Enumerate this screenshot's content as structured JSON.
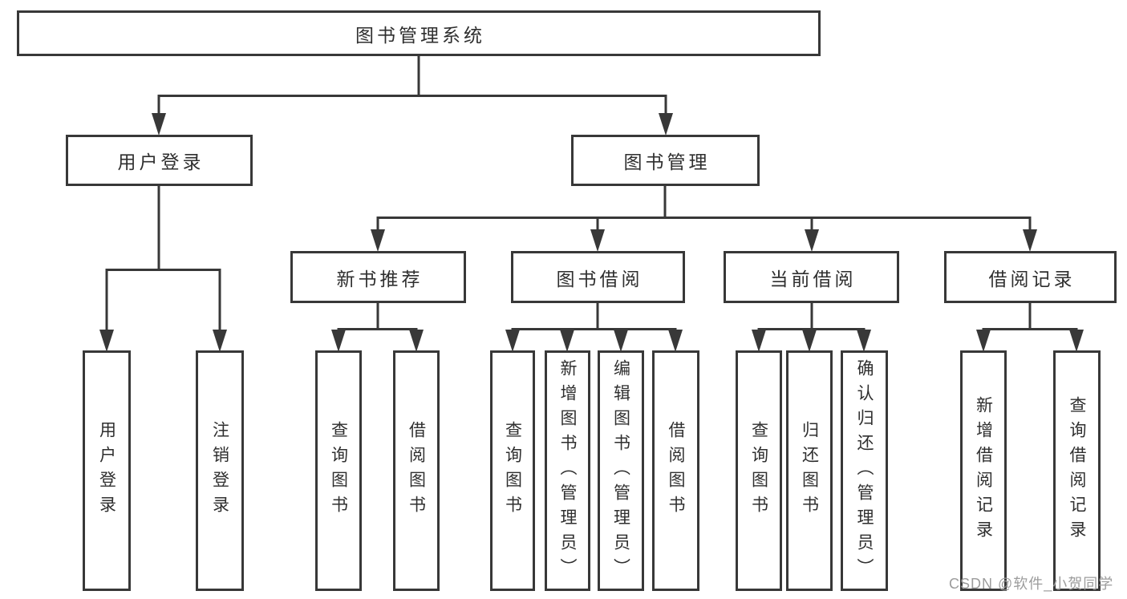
{
  "tree": {
    "root": {
      "label": "图书管理系统",
      "children": [
        {
          "label": "用户登录",
          "children": [
            {
              "label": "用户登录"
            },
            {
              "label": "注销登录"
            }
          ]
        },
        {
          "label": "图书管理",
          "children": [
            {
              "label": "新书推荐",
              "children": [
                {
                  "label": "查询图书"
                },
                {
                  "label": "借阅图书"
                }
              ]
            },
            {
              "label": "图书借阅",
              "children": [
                {
                  "label": "查询图书"
                },
                {
                  "label": "新增图书（管理员）"
                },
                {
                  "label": "编辑图书（管理员）"
                },
                {
                  "label": "借阅图书"
                }
              ]
            },
            {
              "label": "当前借阅",
              "children": [
                {
                  "label": "查询图书"
                },
                {
                  "label": "归还图书"
                },
                {
                  "label": "确认归还（管理员）"
                }
              ]
            },
            {
              "label": "借阅记录",
              "children": [
                {
                  "label": "新增借阅记录"
                },
                {
                  "label": "查询借阅记录"
                }
              ]
            }
          ]
        }
      ]
    }
  },
  "watermark": {
    "text": "CSDN @软件_小贺同学"
  },
  "colors": {
    "line": "#383838",
    "box_border": "#383838",
    "text": "#2f2f2f",
    "watermark": "#9c9c9c",
    "background": "#ffffff"
  }
}
